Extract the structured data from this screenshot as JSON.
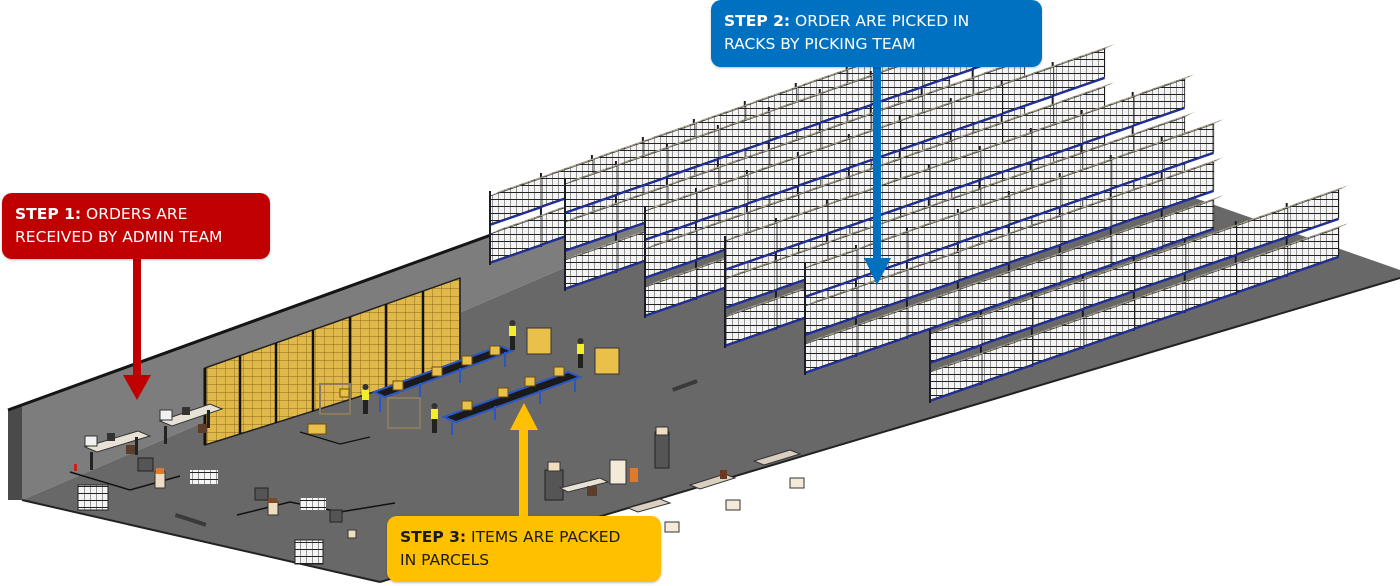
{
  "diagram": {
    "title": "Warehouse order fulfilment flow",
    "colors": {
      "floor": "#6a6a6a",
      "wall": "#808080",
      "wall_edge": "#1f1f1f",
      "rack_frame": "#1c1c28",
      "rack_beam": "#1f2fa0",
      "pallet_box": "#f4f4f4",
      "carton": "#e8c04a",
      "conveyor": "#2a56c6",
      "desk": "#e8e2d6",
      "worker_vest": "#f2ef2a"
    },
    "steps": [
      {
        "id": "step1",
        "label_bold": "STEP 1:",
        "label_line1": " ORDERS ARE",
        "label_line2": "RECEIVED BY ADMIN TEAM",
        "color": "#c00000",
        "text_color": "#ffffff",
        "arrow_direction": "down",
        "points_to": "admin office desks"
      },
      {
        "id": "step2",
        "label_bold": "STEP 2:",
        "label_line1": " ORDER ARE PICKED IN",
        "label_line2": "RACKS BY PICKING TEAM",
        "color": "#0070c0",
        "text_color": "#ffffff",
        "arrow_direction": "down",
        "points_to": "pallet racking"
      },
      {
        "id": "step3",
        "label_bold": "STEP 3:",
        "label_line1": " ITEMS ARE PACKED",
        "label_line2": "IN PARCELS",
        "color": "#ffc000",
        "text_color": "#1a1a1a",
        "arrow_direction": "up",
        "points_to": "packing conveyors"
      }
    ],
    "zones": [
      "admin office",
      "carton shelving",
      "packing conveyors",
      "pallet racking",
      "dispatch desks"
    ]
  }
}
